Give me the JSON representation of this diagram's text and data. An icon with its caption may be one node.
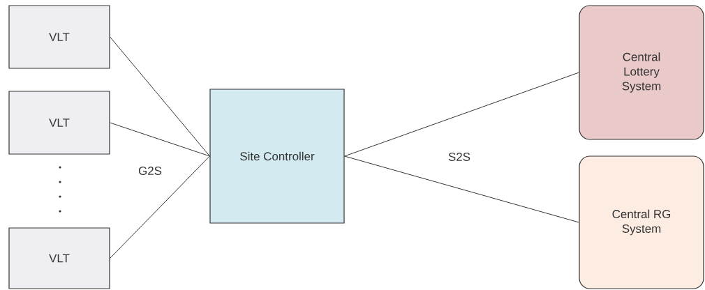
{
  "diagram": {
    "nodes": [
      {
        "text": [
          "VLT"
        ]
      },
      {
        "text": [
          "VLT"
        ]
      },
      {
        "text": [
          "VLT"
        ]
      },
      {
        "text": [
          "Site Controller"
        ]
      },
      {
        "text": [
          "Central Lottery System"
        ]
      },
      {
        "text": [
          "Central RG System"
        ]
      }
    ],
    "edges": [
      {
        "from": 0,
        "to": 3,
        "arrow": "none"
      },
      {
        "from": 1,
        "to": 3,
        "arrow": "none"
      },
      {
        "from": 2,
        "to": 3,
        "arrow": "none"
      },
      {
        "from": 3,
        "to": 4,
        "arrow": "none"
      },
      {
        "from": 3,
        "to": 5,
        "arrow": "none"
      }
    ],
    "labels": [
      "G2S",
      "S2S"
    ]
  }
}
